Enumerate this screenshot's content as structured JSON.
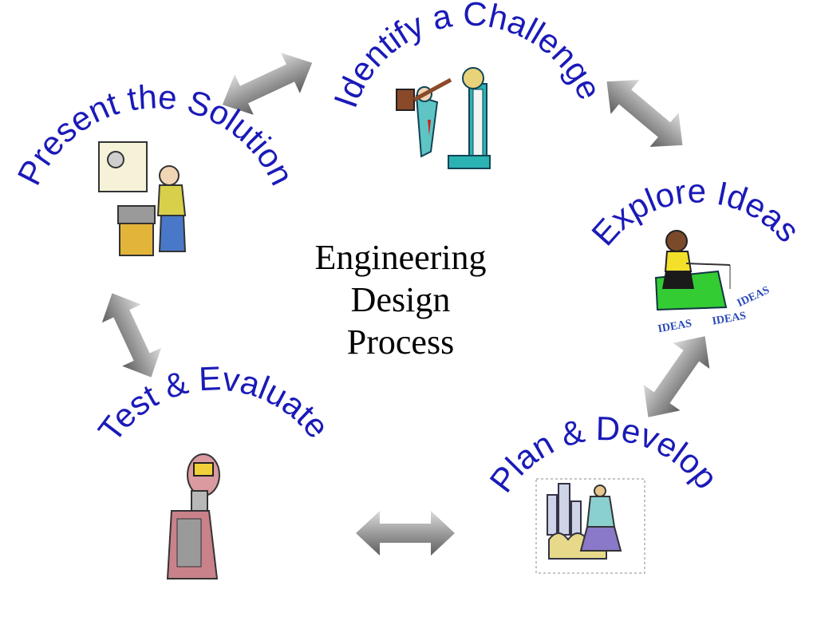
{
  "center": {
    "line1": "Engineering",
    "line2": "Design",
    "line3": "Process"
  },
  "steps": {
    "identify": "Identify a Challenge",
    "explore": "Explore Ideas",
    "plan": "Plan & Develop",
    "test": "Test & Evaluate",
    "present": "Present the Solution"
  },
  "illustrations": {
    "ideas_word": "IDEAS",
    "ideas_word_2": "IDEAS",
    "ideas_word_3": "IDEAS"
  },
  "colors": {
    "step_text": "#1a1ab8",
    "arrow": "#8a8a8a",
    "center_text": "#000000"
  }
}
